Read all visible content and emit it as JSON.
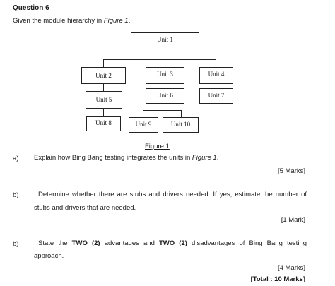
{
  "question": {
    "title": "Question 6",
    "intro_prefix": "Given the module hierarchy in ",
    "intro_ref": "Figure 1",
    "intro_suffix": "."
  },
  "diagram": {
    "units": {
      "u1": "Unit 1",
      "u2": "Unit 2",
      "u3": "Unit 3",
      "u4": "Unit 4",
      "u5": "Unit 5",
      "u6": "Unit 6",
      "u7": "Unit 7",
      "u8": "Unit 8",
      "u9": "Unit 9",
      "u10": "Unit 10"
    },
    "caption": "Figure 1"
  },
  "parts": [
    {
      "label": "a)",
      "text_prefix": "Explain how Bing Bang testing integrates the units in ",
      "text_ref": "Figure 1",
      "text_suffix": ".",
      "marks": "[5 Marks]"
    },
    {
      "label": "b)",
      "line1": "Determine whether there are stubs and drivers needed. If yes, estimate the number of",
      "line2": "stubs and drivers that are needed.",
      "marks": "[1 Mark]"
    },
    {
      "label": "b)",
      "line1_a": "State the ",
      "line1_b": "TWO (2)",
      "line1_c": " advantages and ",
      "line1_d": "TWO (2)",
      "line1_e": " disadvantages of Bing Bang testing",
      "line2": "approach.",
      "marks": "[4 Marks]"
    }
  ],
  "total": "[Total : 10 Marks]"
}
